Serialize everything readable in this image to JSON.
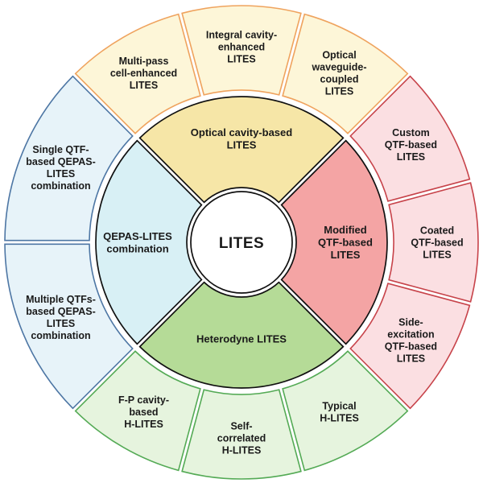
{
  "figure_description": "Circular sunburst taxonomy diagram of LITES techniques",
  "chart_data": {
    "type": "sunburst",
    "center": {
      "label": "LITES"
    },
    "colors": {
      "background": "#ffffff",
      "text": "#1a1a1a",
      "center_fill": "#ffffff",
      "center_border": "#111111",
      "inner_border": "#111111"
    },
    "groups": [
      {
        "name": "optical-cavity-based-lites",
        "label_lines": [
          "Optical cavity-based",
          "LITES"
        ],
        "start_angle": -45,
        "end_angle": 45,
        "inner_fill": "#f6e6a7",
        "outer_fill": "#fdf6d8",
        "outer_border": "#efa35e",
        "children": [
          {
            "name": "multi-pass-cell-enhanced-lites",
            "label_lines": [
              "Multi-pass",
              "cell-enhanced",
              "LITES"
            ]
          },
          {
            "name": "integral-cavity-enhanced-lites",
            "label_lines": [
              "Integral cavity-",
              "enhanced",
              "LITES"
            ]
          },
          {
            "name": "optical-waveguide-coupled-lites",
            "label_lines": [
              "Optical",
              "waveguide-",
              "coupled",
              "LITES"
            ]
          }
        ]
      },
      {
        "name": "modified-qtf-based-lites",
        "label_lines": [
          "Modified",
          "QTF-based",
          "LITES"
        ],
        "start_angle": 45,
        "end_angle": 135,
        "inner_fill": "#f4a4a4",
        "outer_fill": "#fbdfe2",
        "outer_border": "#c7434a",
        "children": [
          {
            "name": "custom-qtf-based-lites",
            "label_lines": [
              "Custom",
              "QTF-based",
              "LITES"
            ]
          },
          {
            "name": "coated-qtf-based-lites",
            "label_lines": [
              "Coated",
              "QTF-based",
              "LITES"
            ]
          },
          {
            "name": "side-excitation-qtf-based-lites",
            "label_lines": [
              "Side-",
              "excitation",
              "QTF-based",
              "LITES"
            ]
          }
        ]
      },
      {
        "name": "heterodyne-lites",
        "label_lines": [
          "Heterodyne LITES"
        ],
        "start_angle": 135,
        "end_angle": 225,
        "inner_fill": "#b5db97",
        "outer_fill": "#e6f4de",
        "outer_border": "#54aa55",
        "children": [
          {
            "name": "typical-h-lites",
            "label_lines": [
              "Typical",
              "H-LITES"
            ]
          },
          {
            "name": "self-correlated-h-lites",
            "label_lines": [
              "Self-",
              "correlated",
              "H-LITES"
            ]
          },
          {
            "name": "f-p-cavity-based-h-lites",
            "label_lines": [
              "F-P cavity-",
              "based",
              "H-LITES"
            ]
          }
        ]
      },
      {
        "name": "qepas-lites-combination",
        "label_lines": [
          "QEPAS-LITES",
          "combination"
        ],
        "start_angle": 225,
        "end_angle": 315,
        "inner_fill": "#d8f0f5",
        "outer_fill": "#e7f3f9",
        "outer_border": "#4d76a4",
        "children": [
          {
            "name": "multiple-qtfs-based-qepas-lites-combination",
            "label_lines": [
              "Multiple QTFs-",
              "based QEPAS-",
              "LITES",
              "combination"
            ]
          },
          {
            "name": "single-qtf-based-qepas-lites-combination",
            "label_lines": [
              "Single QTF-",
              "based QEPAS-",
              "LITES",
              "combination"
            ]
          }
        ]
      }
    ]
  }
}
